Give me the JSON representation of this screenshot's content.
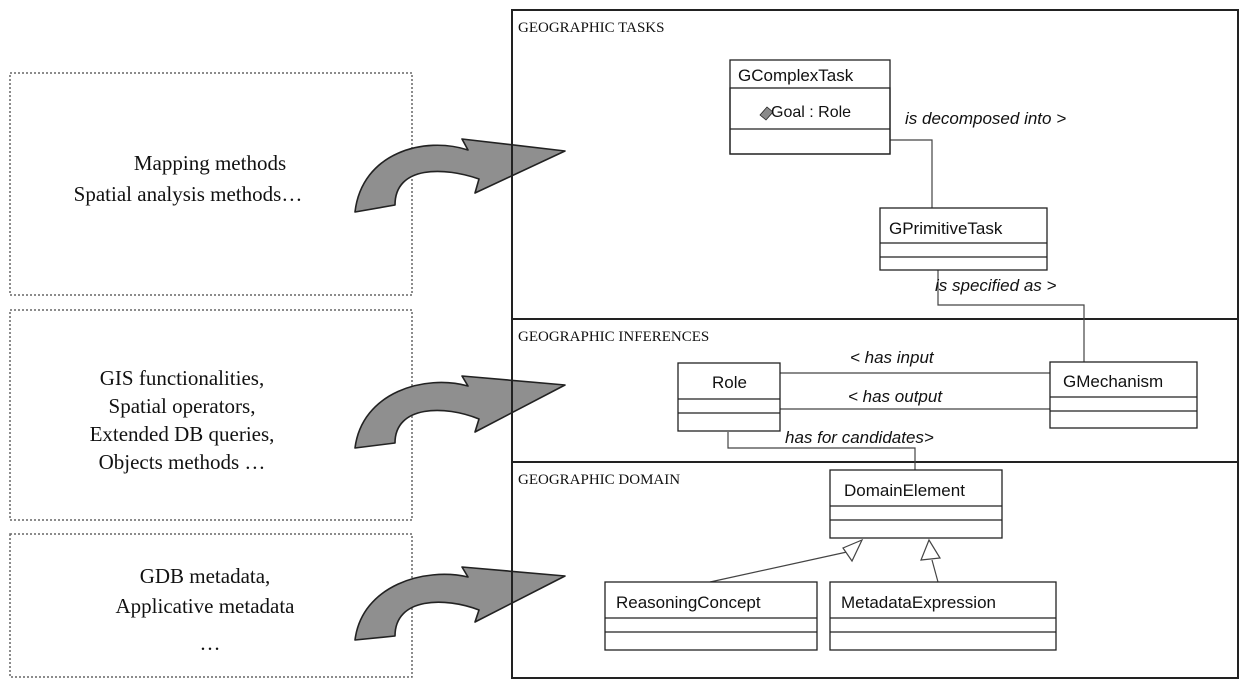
{
  "source_boxes": [
    {
      "lines": [
        "Mapping methods",
        "Spatial analysis methods…"
      ]
    },
    {
      "lines": [
        "GIS functionalities,",
        "Spatial operators,",
        "Extended DB queries,",
        "Objects methods …"
      ]
    },
    {
      "lines": [
        "GDB metadata,",
        "Applicative metadata",
        "…"
      ]
    }
  ],
  "layers": {
    "tasks": "GEOGRAPHIC TASKS",
    "inferences": "GEOGRAPHIC INFERENCES",
    "domain": "GEOGRAPHIC DOMAIN"
  },
  "classes": {
    "gcomplextask": {
      "name": "GComplexTask",
      "attribute": "Goal : Role"
    },
    "gprimitivetask": {
      "name": "GPrimitiveTask"
    },
    "role": {
      "name": "Role"
    },
    "gmechanism": {
      "name": "GMechanism"
    },
    "domainelement": {
      "name": "DomainElement"
    },
    "reasoningconcept": {
      "name": "ReasoningConcept"
    },
    "metadataexpression": {
      "name": "MetadataExpression"
    }
  },
  "associations": {
    "decomposed": "is decomposed into >",
    "specified": "is specified as  >",
    "has_input": "< has input",
    "has_output": "< has output",
    "candidates": "has for candidates>"
  },
  "colors": {
    "arrow_fill": "#8f8f8f",
    "line": "#222222",
    "dotted_border": "#666666"
  }
}
